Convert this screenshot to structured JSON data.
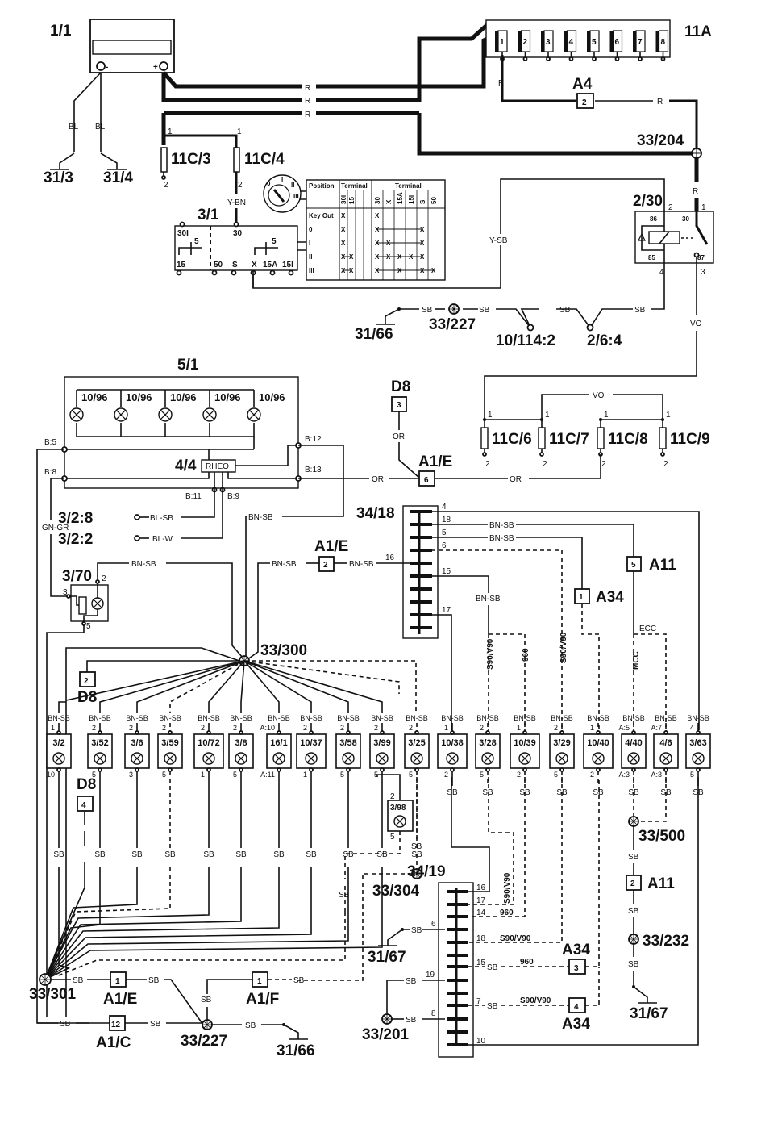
{
  "diagram": {
    "battery": {
      "id": "1/1",
      "neg_wires": [
        "BL",
        "BL"
      ],
      "grounds": [
        "31/3",
        "31/4"
      ],
      "pos_wires": [
        "R",
        "R",
        "R"
      ]
    },
    "fuse_box_main": {
      "id": "11A",
      "slots": [
        "1",
        "2",
        "3",
        "4",
        "5",
        "6",
        "7",
        "8"
      ]
    },
    "connector_a4": {
      "id": "A4",
      "pin": "2",
      "wire_left": "R",
      "wire_right": "R"
    },
    "splice_204": {
      "id": "33/204",
      "wire": "R"
    },
    "fuses_top": [
      {
        "id": "11C/3",
        "pin_in": "1",
        "pin_out": "2"
      },
      {
        "id": "11C/4",
        "pin_in": "1",
        "pin_out": "2"
      }
    ],
    "ignition_switch": {
      "id": "3/1",
      "wire_in": "Y-BN",
      "pin_top": "30",
      "terminals": [
        "30I",
        "5",
        "5",
        "15",
        "50",
        "S",
        "X",
        "15A",
        "15I"
      ],
      "key_positions": [
        "0",
        "I",
        "II",
        "III"
      ],
      "table": {
        "headers": [
          "Position",
          "Terminal",
          "Terminal"
        ],
        "sub1": [
          "30I",
          "15"
        ],
        "sub2": [
          "30",
          "X",
          "15A",
          "15I",
          "S",
          "50"
        ],
        "rows": [
          "Key Out",
          "0",
          "I",
          "II",
          "III"
        ],
        "cell_mark": "X"
      }
    },
    "relay": {
      "id": "2/30",
      "pins": {
        "p2": "2",
        "p1": "1",
        "p4": "4",
        "p3": "3"
      },
      "terminals": [
        "86",
        "30",
        "85",
        "87"
      ],
      "wire_top": "R",
      "wire_out": "VO",
      "wire_coil": "Y-SB"
    },
    "ground_chain_top": {
      "ground": "31/66",
      "splice": "33/227",
      "points": [
        "10/114:2",
        "2/6:4"
      ],
      "wire": "SB"
    },
    "instrument_panel": {
      "id": "5/1",
      "lamps": [
        "10/96",
        "10/96",
        "10/96",
        "10/96",
        "10/96"
      ],
      "rheostat": {
        "id": "4/4",
        "label": "RHEO"
      },
      "pins": [
        "B:5",
        "B:8",
        "B:12",
        "B:13",
        "B:11",
        "B:9"
      ]
    },
    "rheo_links": [
      {
        "to": "3/2:8",
        "wire": "BL-SB"
      },
      {
        "to": "3/2:2",
        "wire": "BL-W"
      }
    ],
    "fuses_mid": {
      "wire": "VO",
      "items": [
        {
          "id": "11C/6"
        },
        {
          "id": "11C/7"
        },
        {
          "id": "11C/8"
        },
        {
          "id": "11C/9"
        }
      ],
      "pin_in": "1",
      "pin_out": "2"
    },
    "d8_top": {
      "id": "D8",
      "pin": "3",
      "wire": "OR"
    },
    "a1e_6": {
      "id": "A1/E",
      "pin": "6",
      "wire": "OR"
    },
    "connector_34_18": {
      "id": "34/18",
      "pins": [
        "4",
        "18",
        "5",
        "6",
        "16",
        "15",
        "17"
      ]
    },
    "a1e_2": {
      "id": "A1/E",
      "pin": "2",
      "wire": "BN-SB"
    },
    "a11_5": {
      "id": "A11",
      "pin": "5"
    },
    "a34_1": {
      "id": "A34",
      "pin": "1"
    },
    "ecc_label": "ECC",
    "mcc_label": "MCC",
    "dimmer": {
      "id": "3/70",
      "pins": [
        "2",
        "3",
        "5"
      ],
      "wire": "GN-GR"
    },
    "splice_300": {
      "id": "33/300",
      "wire": "BN-SB"
    },
    "d8_left": {
      "id": "D8",
      "pin": "2"
    },
    "d8_lower": {
      "id": "D8",
      "pin": "4"
    },
    "variant_labels": [
      "S90/V90",
      "960",
      "S90/V90"
    ],
    "bulbs": [
      {
        "id": "3/2",
        "pin_top": "1",
        "pin_bot": "10",
        "wire_top": "BN-SB",
        "wire_bot": "SB",
        "dashed": false
      },
      {
        "id": "3/52",
        "pin_top": "2",
        "pin_bot": "5",
        "wire_top": "BN-SB",
        "wire_bot": "SB",
        "dashed": false
      },
      {
        "id": "3/6",
        "pin_top": "2",
        "pin_bot": "3",
        "wire_top": "BN-SB",
        "wire_bot": "SB",
        "dashed": false
      },
      {
        "id": "3/59",
        "pin_top": "2",
        "pin_bot": "5",
        "wire_top": "BN-SB",
        "wire_bot": "SB",
        "dashed": true
      },
      {
        "id": "10/72",
        "pin_top": "2",
        "pin_bot": "1",
        "wire_top": "BN-SB",
        "wire_bot": "SB",
        "dashed": false
      },
      {
        "id": "3/8",
        "pin_top": "2",
        "pin_bot": "5",
        "wire_top": "BN-SB",
        "wire_bot": "SB",
        "dashed": false
      },
      {
        "id": "16/1",
        "pin_top": "A:10",
        "pin_bot": "A:11",
        "wire_top": "BN-SB",
        "wire_bot": "SB",
        "dashed": false
      },
      {
        "id": "10/37",
        "pin_top": "2",
        "pin_bot": "1",
        "wire_top": "BN-SB",
        "wire_bot": "SB",
        "dashed": false
      },
      {
        "id": "3/58",
        "pin_top": "2",
        "pin_bot": "5",
        "wire_top": "BN-SB",
        "wire_bot": "SB",
        "dashed": false
      },
      {
        "id": "3/99",
        "pin_top": "2",
        "pin_bot": "5",
        "wire_top": "BN-SB",
        "wire_bot": "SB",
        "dashed": false
      },
      {
        "id": "3/25",
        "pin_top": "2",
        "pin_bot": "5",
        "wire_top": "BN-SB",
        "wire_bot": "SB",
        "dashed": true
      },
      {
        "id": "10/38",
        "pin_top": "1",
        "pin_bot": "2",
        "wire_top": "BN-SB",
        "wire_bot": "SB",
        "dashed": false
      },
      {
        "id": "3/28",
        "pin_top": "2",
        "pin_bot": "5",
        "wire_top": "BN-SB",
        "wire_bot": "SB",
        "dashed": true
      },
      {
        "id": "10/39",
        "pin_top": "1",
        "pin_bot": "2",
        "wire_top": "BN-SB",
        "wire_bot": "SB",
        "dashed": true
      },
      {
        "id": "3/29",
        "pin_top": "2",
        "pin_bot": "5",
        "wire_top": "BN-SB",
        "wire_bot": "SB",
        "dashed": true
      },
      {
        "id": "10/40",
        "pin_top": "1",
        "pin_bot": "2",
        "wire_top": "BN-SB",
        "wire_bot": "SB",
        "dashed": true
      },
      {
        "id": "4/40",
        "pin_top": "A:5",
        "pin_bot": "A:3",
        "wire_top": "BN-SB",
        "wire_bot": "SB",
        "dashed": true
      },
      {
        "id": "4/6",
        "pin_top": "A:7",
        "pin_bot": "A:3",
        "wire_top": "BN-SB",
        "wire_bot": "SB",
        "dashed": true
      },
      {
        "id": "3/63",
        "pin_top": "4",
        "pin_bot": "5",
        "wire_top": "BN-SB",
        "wire_bot": "SB",
        "dashed": false
      }
    ],
    "bulb_3_98": {
      "id": "3/98",
      "pin_top": "2",
      "pin_bot": "5"
    },
    "splice_304": {
      "id": "33/304",
      "wire": "SB"
    },
    "splice_500": {
      "id": "33/500",
      "wire": "SB"
    },
    "a11_2": {
      "id": "A11",
      "pin": "2"
    },
    "splice_232": {
      "id": "33/232",
      "wire": "SB"
    },
    "ground_31_67_right": "31/67",
    "connector_34_19": {
      "id": "34/19",
      "pins_right": [
        {
          "pin": "16",
          "label": ""
        },
        {
          "pin": "17",
          "label": ""
        },
        {
          "pin": "14",
          "label": "960"
        },
        {
          "pin": "18",
          "label": "S90/V90"
        },
        {
          "pin": "15",
          "label": "960",
          "wire": "SB"
        },
        {
          "pin": "7",
          "label": "S90/V90",
          "wire": "SB"
        },
        {
          "pin": "10",
          "label": ""
        }
      ],
      "pins_left": [
        {
          "pin": "6",
          "wire": "SB",
          "ground": "31/67"
        },
        {
          "pin": "19",
          "wire": "SB"
        },
        {
          "pin": "8",
          "wire": "SB"
        }
      ],
      "splice_left": "33/201",
      "vertical_label": "S90/V90"
    },
    "a34_3": {
      "id": "A34",
      "pin": "3"
    },
    "a34_4": {
      "id": "A34",
      "pin": "4"
    },
    "bottom": {
      "splice_301": "33/301",
      "a1e_1": {
        "id": "A1/E",
        "pin": "1"
      },
      "a1f_1": {
        "id": "A1/F",
        "pin": "1"
      },
      "a1c_12": {
        "id": "A1/C",
        "pin": "12"
      },
      "splice_227": "33/227",
      "ground": "31/66",
      "wire": "SB"
    }
  }
}
